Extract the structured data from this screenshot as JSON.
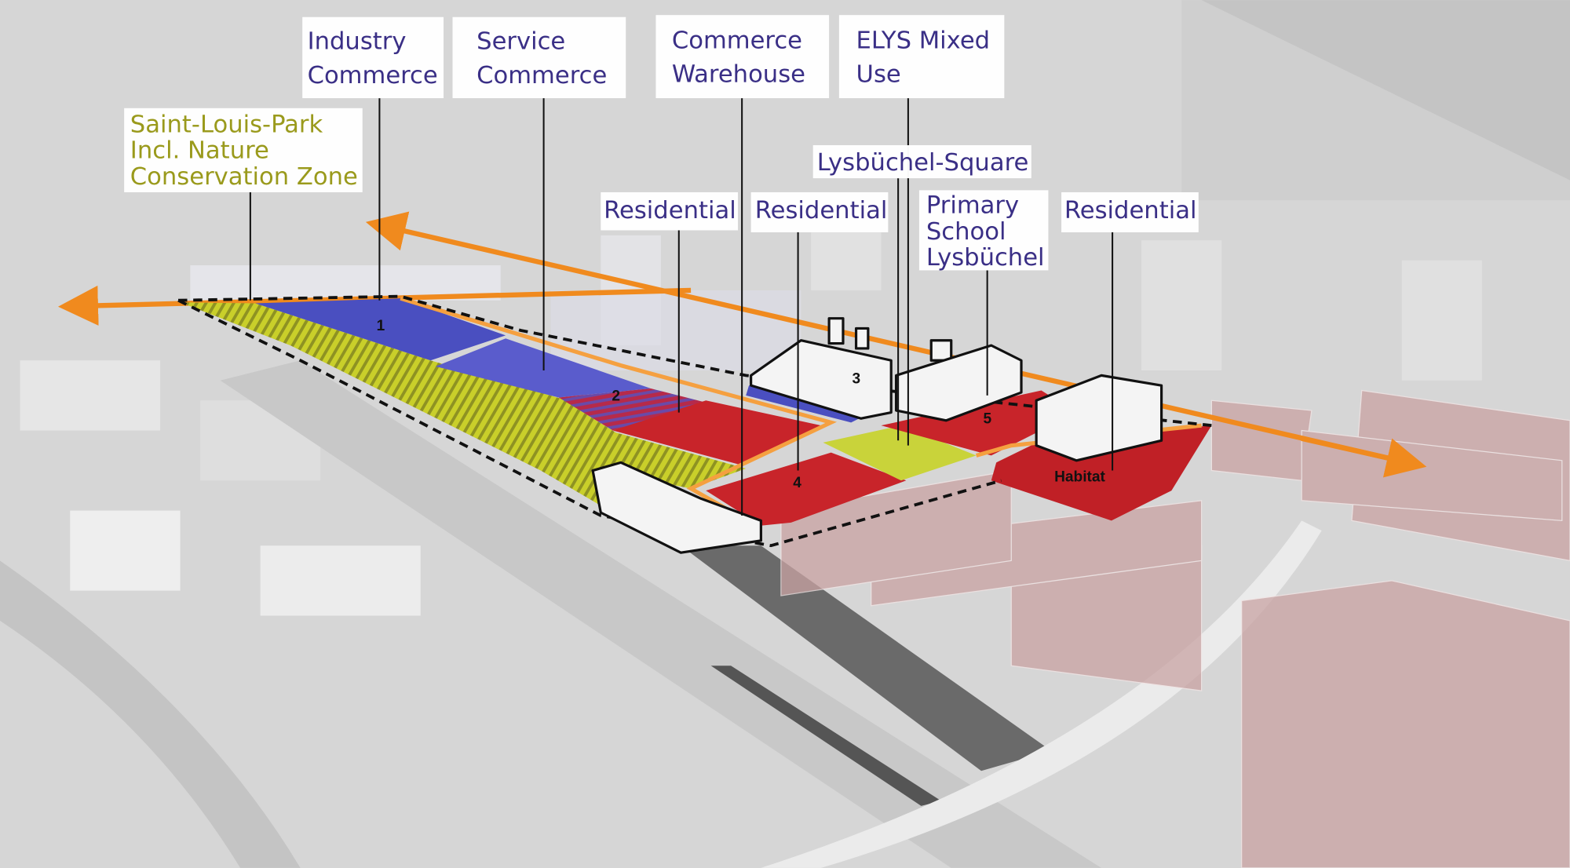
{
  "labels": {
    "industry_commerce": [
      "Industry",
      "Commerce"
    ],
    "service_commerce": [
      "Service",
      "Commerce"
    ],
    "commerce_warehouse": [
      "Commerce",
      "Warehouse"
    ],
    "elys_mixed_use": [
      "ELYS Mixed",
      "Use"
    ],
    "saint_louis_park": [
      "Saint-Louis-Park",
      "Incl. Nature",
      "Conservation Zone"
    ],
    "lysbuechel_square": "Lysbüchel-Square",
    "residential_1": "Residential",
    "residential_2": "Residential",
    "primary_school": [
      "Primary",
      "School",
      "Lysbüchel"
    ],
    "residential_3": "Residential"
  },
  "zone_numbers": [
    "1",
    "2",
    "3",
    "4",
    "5"
  ],
  "habitat_label": "Habitat",
  "colors": {
    "industry_blue": "#4a4fc0",
    "residential_red": "#c8242a",
    "park_yellow": "#c9cf2a",
    "route_orange": "#f08a1e",
    "label_purple": "#3a2f86",
    "label_olive": "#9a9a1c"
  }
}
